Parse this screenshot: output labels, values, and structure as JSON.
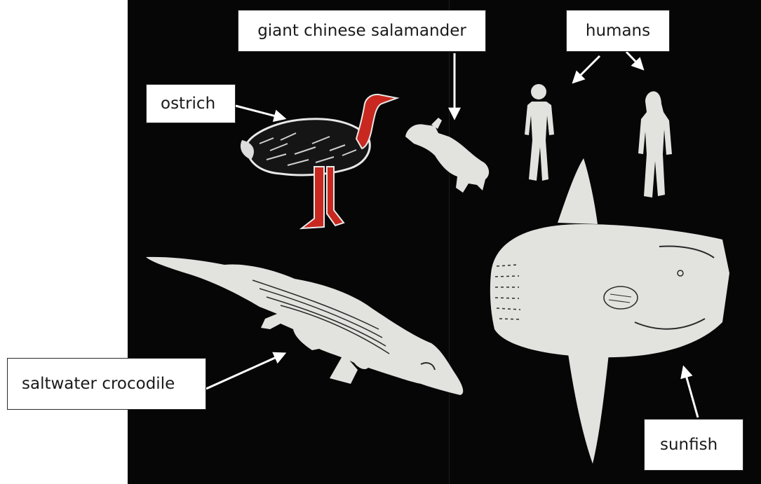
{
  "labels": {
    "giant_salamander": "giant chinese salamander",
    "humans": "humans",
    "ostrich": "ostrich",
    "crocodile": "saltwater crocodile",
    "sunfish": "sunfish"
  },
  "colors": {
    "board": "#060606",
    "cutout": "#e2e2df",
    "ostrich_red": "#c8281f",
    "ink": "#1a1a1a"
  }
}
